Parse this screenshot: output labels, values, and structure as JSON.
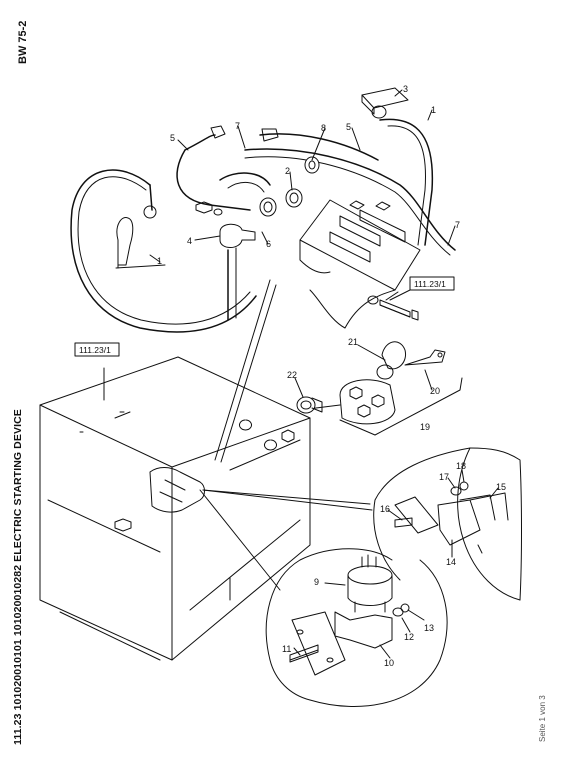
{
  "header": {
    "model": "BW 75-2"
  },
  "title": {
    "text": "111.23 101020010101 101020010282 ELECTRIC STARTING DEVICE"
  },
  "footer": {
    "page": "Seite 1 von 3"
  },
  "references": {
    "ref_top": "111.23/1",
    "ref_left": "111.23/1"
  },
  "parts": {
    "p1a": "1",
    "p1b": "1",
    "p2": "2",
    "p3": "3",
    "p4": "4",
    "p5a": "5",
    "p5b": "5",
    "p6": "6",
    "p7a": "7",
    "p7b": "7",
    "p8": "8",
    "p9": "9",
    "p10": "10",
    "p11": "11",
    "p12": "12",
    "p13": "13",
    "p14": "14",
    "p15": "15",
    "p16": "16",
    "p17": "17",
    "p18": "18",
    "p19": "19",
    "p20": "20",
    "p21": "21",
    "p22": "22"
  }
}
